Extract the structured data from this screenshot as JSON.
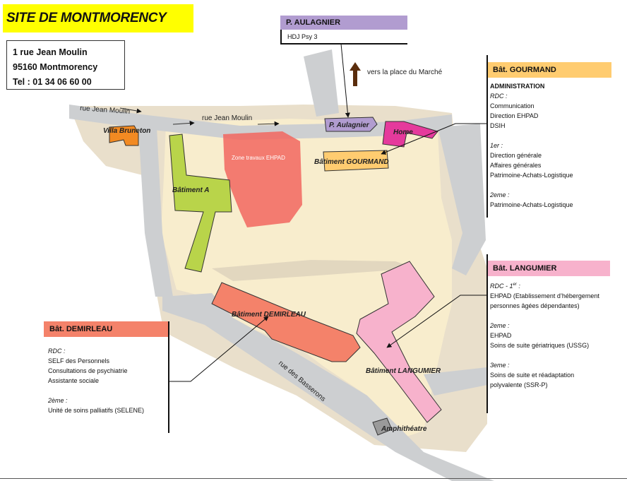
{
  "site_title": "SITE DE MONTMORENCY",
  "address": {
    "line1": "1 rue Jean Moulin",
    "line2": "95160 Montmorency",
    "phone": "Tel : 01 34 06 60 00"
  },
  "map": {
    "streets": {
      "jean_moulin_left": "rue Jean Moulin",
      "jean_moulin_center": "rue Jean Moulin",
      "basserons": "rue des Basserons",
      "marche": "vers la place du Marché"
    },
    "buildings": {
      "villa_bruneton": "Villa Bruneton",
      "batiment_a": "Bâtiment A",
      "zone_travaux": "Zone travaux EHPAD",
      "aulagnier": "P. Aulagnier",
      "home": "Home",
      "gourmand": "Bâtiment GOURMAND",
      "demirleau": "Bâtiment DEMIRLEAU",
      "langumier": "Bâtiment LANGUMIER",
      "amphitheatre": "Amphithéatre"
    }
  },
  "panels": {
    "aulagnier": {
      "title": "P. AULAGNIER",
      "line1": "HDJ Psy 3"
    },
    "gourmand": {
      "title": "Bât. GOURMAND",
      "admin": "ADMINISTRATION",
      "rdc": "RDC :",
      "rdc_1": "Communication",
      "rdc_2": "Direction EHPAD",
      "rdc_3": "DSIH",
      "first": "1er :",
      "first_1": "Direction générale",
      "first_2": "Affaires générales",
      "first_3": "Patrimoine-Achats-Logistique",
      "second": "2eme :",
      "second_1": "Patrimoine-Achats-Logistique"
    },
    "langumier": {
      "title": "Bât. LANGUMIER",
      "rdc_prefix": "RDC - 1",
      "rdc_sup": "er",
      "rdc_suffix": " :",
      "rdc_1": "EHPAD (Etablissement d’hébergement",
      "rdc_2": "personnes âgées dépendantes)",
      "second": "2eme :",
      "second_1": "EHPAD",
      "second_2": "Soins de suite gériatriques  (USSG)",
      "third": "3eme :",
      "third_1": "Soins de suite et réadaptation",
      "third_2": "polyvalente (SSR-P)"
    },
    "demirleau": {
      "title": "Bât. DEMIRLEAU",
      "rdc": "RDC :",
      "rdc_1": "SELF des Personnels",
      "rdc_2": "Consultations de psychiatrie",
      "rdc_3": "Assistante sociale",
      "second": "2ème :",
      "second_1": "Unité de soins palliatifs (SELENE)"
    }
  },
  "colors": {
    "title_bg": "#ffff00",
    "aulagnier": "#b19cd0",
    "gourmand": "#ffcc70",
    "langumier": "#f7b2cc",
    "demirleau": "#f4826a",
    "batiment_a": "#b9d44a",
    "home": "#e53a9c",
    "villa": "#f28a22",
    "zone_travaux": "#f2665f",
    "site_ground": "#f7ebc8",
    "road": "#cdcfd1",
    "ground": "#e8ddc8"
  }
}
